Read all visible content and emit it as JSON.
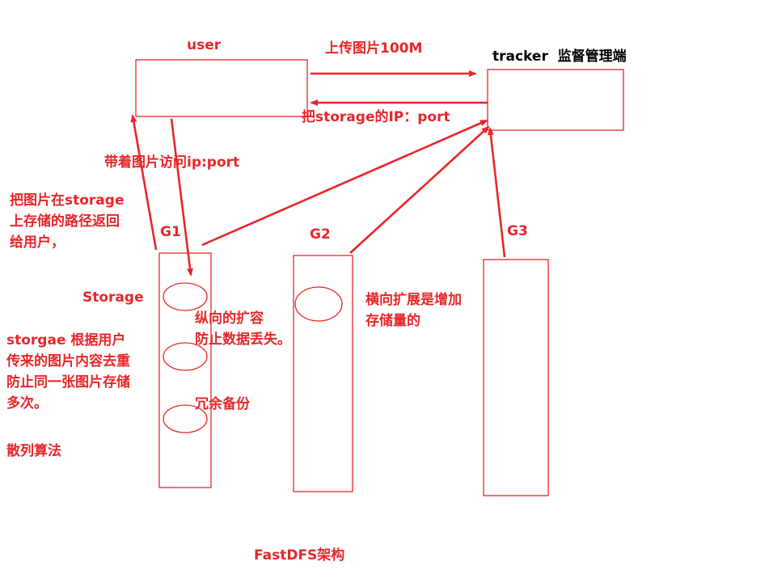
{
  "nodes": {
    "user": "user",
    "tracker": "tracker  监督管理端",
    "g1": "G1",
    "g2": "G2",
    "g3": "G3",
    "storage": "Storage"
  },
  "edges": {
    "upload": "上传图片100M",
    "return_ip": "把storage的IP：port",
    "access": "带着图片访问ip:port"
  },
  "notes": {
    "return_path": [
      "把图片在storage",
      "上存储的路径返回",
      "给用户，"
    ],
    "vertical": [
      "纵向的扩容",
      "防止数据丢失。"
    ],
    "redundant": "冗余备份",
    "horizontal": [
      "横向扩展是增加",
      "存储量的"
    ],
    "dedupe": [
      "storgae 根据用户",
      "传来的图片内容去重",
      "防止同一张图片存储",
      "多次。"
    ],
    "hash": "散列算法"
  },
  "caption": "FastDFS架构",
  "colors": {
    "accent": "#e8262a",
    "text": "#000000",
    "background": "#ffffff"
  }
}
